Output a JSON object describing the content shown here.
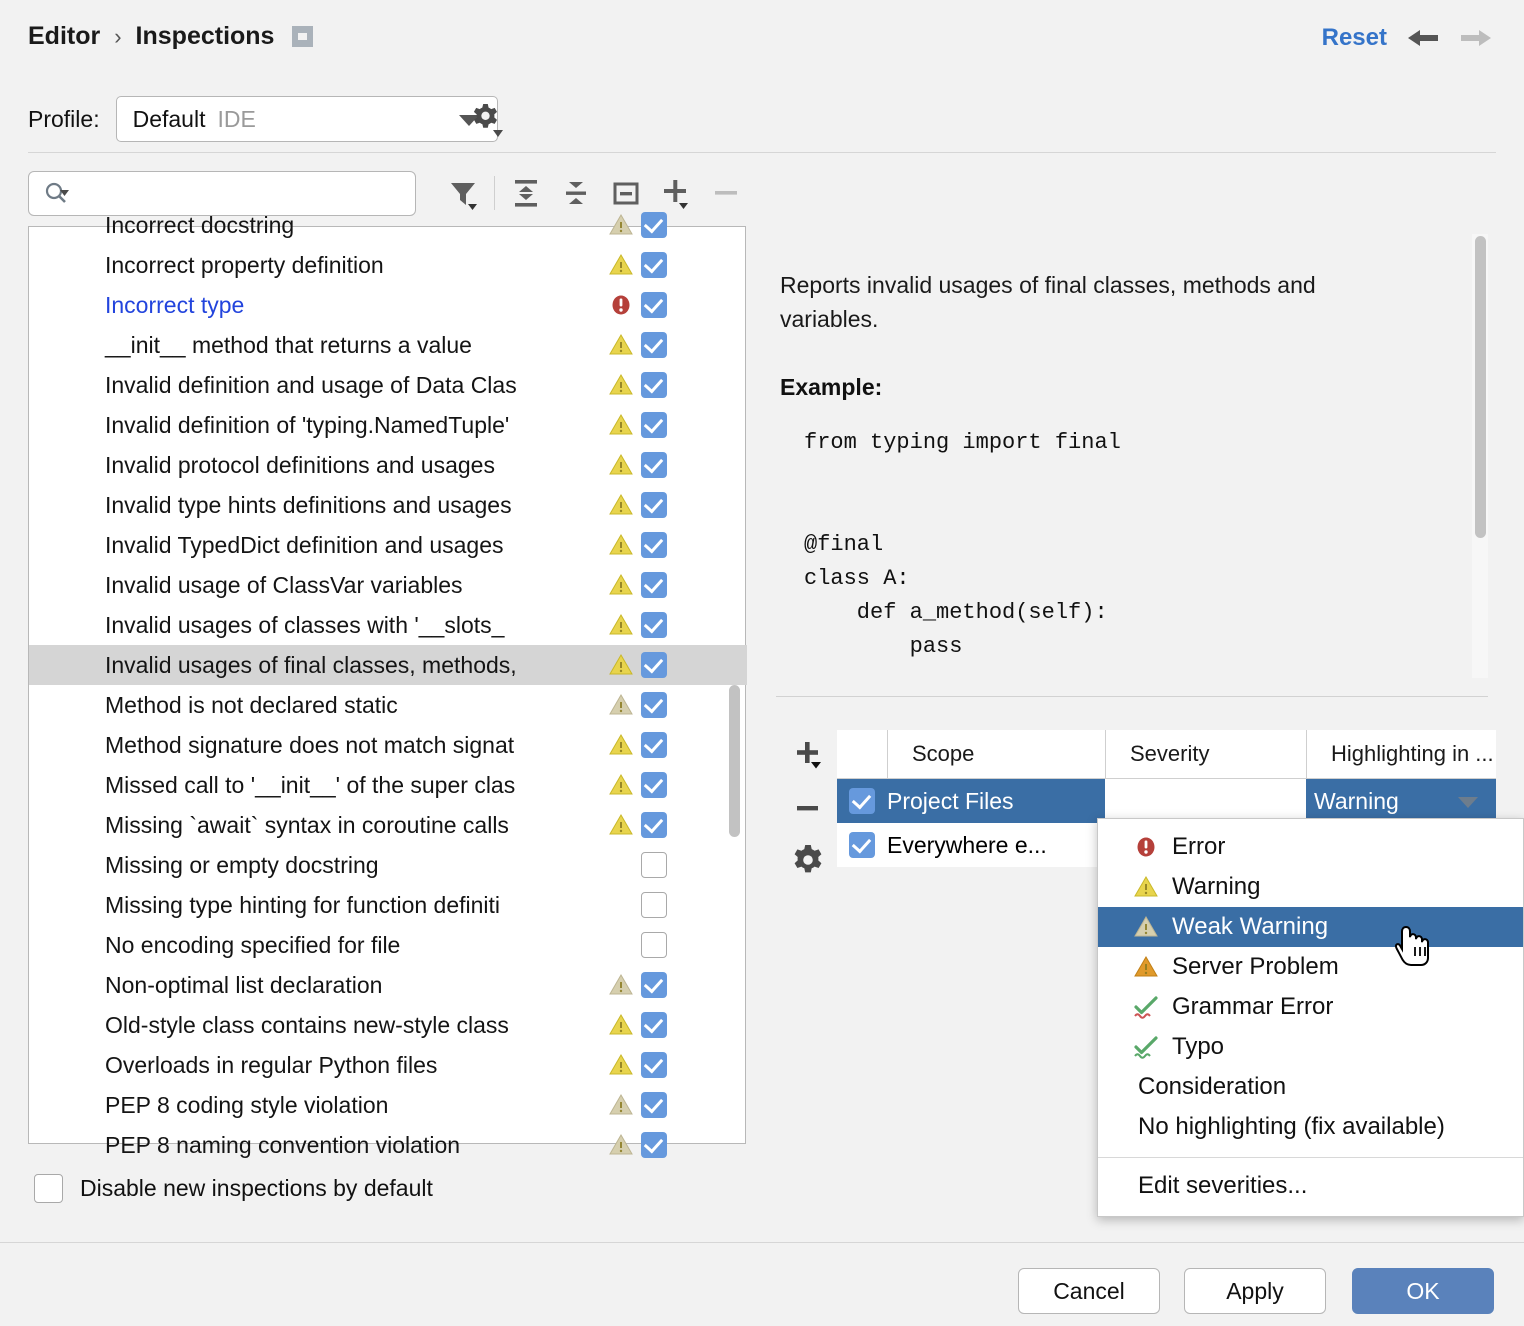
{
  "header": {
    "breadcrumb_root": "Editor",
    "breadcrumb_sep": "›",
    "breadcrumb_current": "Inspections",
    "breadcrumb_icon": "panel-icon",
    "reset_label": "Reset",
    "back_icon": "arrow-left-icon",
    "forward_icon": "arrow-right-icon"
  },
  "profile": {
    "label": "Profile:",
    "value": "Default",
    "suffix": "IDE",
    "dropdown_icon": "chevron-down-icon",
    "gear_icon": "gear-dropdown-icon"
  },
  "toolbar": {
    "search_placeholder": "",
    "search_value": "",
    "search_icon": "search-icon",
    "buttons": [
      {
        "name": "filter-icon",
        "title": "Filter"
      },
      {
        "name": "expand-all-icon",
        "title": "Expand All"
      },
      {
        "name": "collapse-all-icon",
        "title": "Collapse All"
      },
      {
        "name": "collapse-node-icon",
        "title": "Collapse"
      },
      {
        "name": "add-icon",
        "title": "Add"
      },
      {
        "name": "remove-icon",
        "title": "Remove"
      }
    ]
  },
  "inspection_list": {
    "items": [
      {
        "label": "Incorrect docstring",
        "severity": "weak-warning",
        "checked": true,
        "selected": false,
        "clipped_top": true
      },
      {
        "label": "Incorrect property definition",
        "severity": "warning",
        "checked": true,
        "selected": false
      },
      {
        "label": "Incorrect type",
        "severity": "error",
        "checked": true,
        "selected": false,
        "link": true
      },
      {
        "label": "__init__ method that returns a value",
        "severity": "warning",
        "checked": true,
        "selected": false
      },
      {
        "label": "Invalid definition and usage of Data Clas",
        "severity": "warning",
        "checked": true,
        "selected": false
      },
      {
        "label": "Invalid definition of 'typing.NamedTuple'",
        "severity": "warning",
        "checked": true,
        "selected": false
      },
      {
        "label": "Invalid protocol definitions and usages",
        "severity": "warning",
        "checked": true,
        "selected": false
      },
      {
        "label": "Invalid type hints definitions and usages",
        "severity": "warning",
        "checked": true,
        "selected": false
      },
      {
        "label": "Invalid TypedDict definition and usages",
        "severity": "warning",
        "checked": true,
        "selected": false
      },
      {
        "label": "Invalid usage of ClassVar variables",
        "severity": "warning",
        "checked": true,
        "selected": false
      },
      {
        "label": "Invalid usages of classes with  '__slots_",
        "severity": "warning",
        "checked": true,
        "selected": false
      },
      {
        "label": "Invalid usages of final classes, methods,",
        "severity": "warning",
        "checked": true,
        "selected": true
      },
      {
        "label": "Method is not declared static",
        "severity": "weak-warning",
        "checked": true,
        "selected": false
      },
      {
        "label": "Method signature does not match signat",
        "severity": "warning",
        "checked": true,
        "selected": false
      },
      {
        "label": "Missed call to '__init__' of the super clas",
        "severity": "warning",
        "checked": true,
        "selected": false
      },
      {
        "label": "Missing `await` syntax in coroutine calls",
        "severity": "warning",
        "checked": true,
        "selected": false
      },
      {
        "label": "Missing or empty docstring",
        "severity": "none",
        "checked": false,
        "selected": false
      },
      {
        "label": "Missing type hinting for function definiti",
        "severity": "none",
        "checked": false,
        "selected": false
      },
      {
        "label": "No encoding specified for file",
        "severity": "none",
        "checked": false,
        "selected": false
      },
      {
        "label": "Non-optimal list declaration",
        "severity": "weak-warning",
        "checked": true,
        "selected": false
      },
      {
        "label": "Old-style class contains new-style class",
        "severity": "warning",
        "checked": true,
        "selected": false
      },
      {
        "label": "Overloads in regular Python files",
        "severity": "warning",
        "checked": true,
        "selected": false
      },
      {
        "label": "PEP 8 coding style violation",
        "severity": "weak-warning",
        "checked": true,
        "selected": false
      },
      {
        "label": "PEP 8 naming convention violation",
        "severity": "weak-warning",
        "checked": true,
        "selected": false,
        "clipped_bottom": true
      }
    ]
  },
  "description": {
    "body": "Reports invalid usages of final classes, methods and variables.",
    "example_label": "Example:",
    "code": "from typing import final\n\n\n@final\nclass A:\n    def a_method(self):\n        pass"
  },
  "scope_table": {
    "tools": [
      {
        "name": "add-scope-icon",
        "label": "+"
      },
      {
        "name": "remove-scope-icon",
        "label": "−"
      },
      {
        "name": "scope-settings-gear-icon",
        "label": "gear"
      }
    ],
    "columns": [
      "",
      "Scope",
      "Severity",
      "Highlighting in ..."
    ],
    "rows": [
      {
        "checked": true,
        "scope": "Project Files",
        "severity": "",
        "highlighting": "Warning",
        "selected": true
      },
      {
        "checked": true,
        "scope": "Everywhere e...",
        "severity": "",
        "highlighting": "",
        "selected": false
      }
    ]
  },
  "severity_menu": {
    "items": [
      {
        "label": "Error",
        "icon": "error-icon",
        "highlighted": false
      },
      {
        "label": "Warning",
        "icon": "warning-icon",
        "highlighted": false
      },
      {
        "label": "Weak Warning",
        "icon": "weak-warning-icon",
        "highlighted": true
      },
      {
        "label": "Server Problem",
        "icon": "server-problem-icon",
        "highlighted": false
      },
      {
        "label": "Grammar Error",
        "icon": "grammar-error-icon",
        "highlighted": false
      },
      {
        "label": "Typo",
        "icon": "typo-icon",
        "highlighted": false
      },
      {
        "label": "Consideration",
        "icon": "",
        "highlighted": false
      },
      {
        "label": "No highlighting (fix available)",
        "icon": "",
        "highlighted": false
      }
    ],
    "footer": "Edit severities..."
  },
  "footer": {
    "disable_checkbox_label": "Disable new inspections by default",
    "disable_checked": false,
    "cancel_label": "Cancel",
    "apply_label": "Apply",
    "ok_label": "OK"
  },
  "colors": {
    "accent_blue": "#3a6ea5",
    "link_blue": "#3574c9",
    "ok_button": "#5a82bb",
    "checkbox_blue": "#6699dd",
    "warning_yellow": "#e8d44d",
    "weak_warning": "#cfc9a8",
    "server_problem": "#e09a2b",
    "error_red": "#b5403a",
    "grammar_green": "#59a869",
    "selected_row_gray": "#d5d5d5"
  }
}
